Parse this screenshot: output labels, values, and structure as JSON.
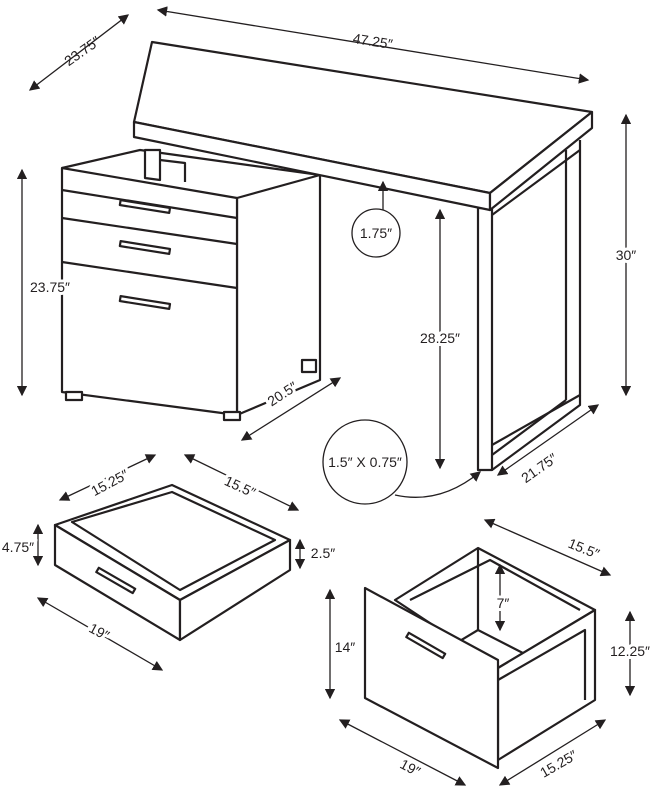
{
  "diagram": {
    "desk": {
      "top_depth": "23.75″",
      "top_width": "47.25″",
      "overall_height": "30″",
      "top_thickness": "1.75″",
      "cabinet_height": "23.75″",
      "leg_clearance_height": "28.25″",
      "cabinet_depth": "20.5″",
      "leg_profile": "1.5″ X 0.75″",
      "leg_depth": "21.75″"
    },
    "small_drawer": {
      "inner_width": "15.25″",
      "inner_depth": "15.5″",
      "front_height": "4.75″",
      "inner_height": "2.5″",
      "front_width": "19″"
    },
    "file_drawer": {
      "inner_depth": "15.5″",
      "inner_height": "7″",
      "front_height": "14″",
      "side_height": "12.25″",
      "front_width": "19″",
      "inner_width": "15.25″"
    }
  }
}
